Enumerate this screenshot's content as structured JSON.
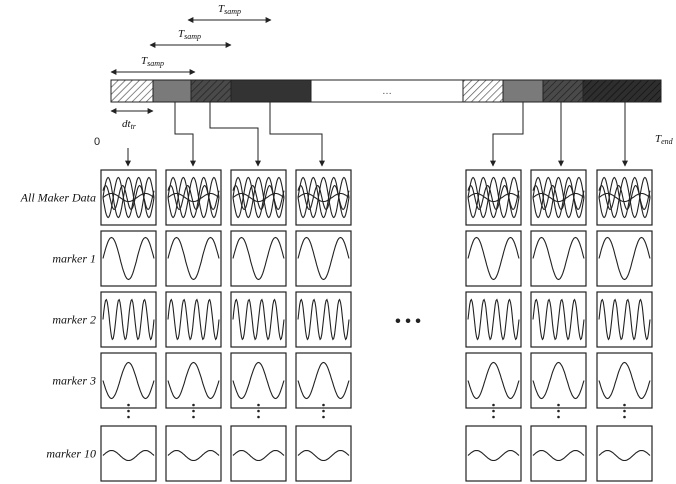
{
  "timeline": {
    "t_samp_main": "T",
    "t_samp_sub": "samp",
    "dt_main": "dt",
    "dt_sub": "tr",
    "zero_label": "0",
    "t_end_main": "T",
    "t_end_sub": "end",
    "gap_label": "…"
  },
  "rows": [
    {
      "label": "All Maker Data",
      "wave": "all"
    },
    {
      "label": "marker 1",
      "wave": "m1"
    },
    {
      "label": "marker 2",
      "wave": "m2"
    },
    {
      "label": "marker 3",
      "wave": "m3"
    },
    {
      "label": "marker 10",
      "wave": "m10"
    }
  ],
  "column_gap_label": "• • •",
  "colors": {
    "line": "#222222",
    "dark_segment": "#3a3a3a",
    "mid_segment": "#6f6f6f"
  }
}
